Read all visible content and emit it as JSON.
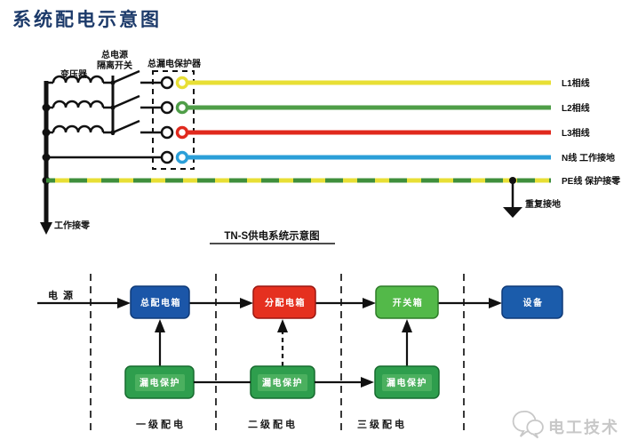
{
  "title": "系统配电示意图",
  "schematic": {
    "caption": "TN-S供电系统示意图",
    "transformer_label": "变压器",
    "switch_label_line1": "总电源",
    "switch_label_line2": "隔离开关",
    "breaker_label": "总漏电保护器",
    "working_neutral_label": "工作接零",
    "repeat_ground_label": "重复接地",
    "lines": [
      {
        "id": "L1",
        "label": "L1相线",
        "color": "#e8df35"
      },
      {
        "id": "L2",
        "label": "L2相线",
        "color": "#4f9e48"
      },
      {
        "id": "L3",
        "label": "L3相线",
        "color": "#e0291d"
      },
      {
        "id": "N",
        "label": "N线 工作接地",
        "color": "#2b9fd8"
      },
      {
        "id": "PE",
        "label": "PE线 保护接零",
        "color_base": "#e8df35",
        "color_dash": "#3f8f3c"
      }
    ]
  },
  "flowchart": {
    "source_label": "电源",
    "source_color": "#e0301f",
    "main_boxes": [
      {
        "label": "总配电箱",
        "color": "#1b56a8"
      },
      {
        "label": "分配电箱",
        "color": "#e5301f"
      },
      {
        "label": "开关箱",
        "color": "#53b949"
      },
      {
        "label": "设备",
        "color": "#1b5cab"
      }
    ],
    "protection_boxes": [
      {
        "label": "漏电保护"
      },
      {
        "label": "漏电保护"
      },
      {
        "label": "漏电保护"
      }
    ],
    "sections": [
      {
        "label": "一级配电"
      },
      {
        "label": "二级配电"
      },
      {
        "label": "三级配电"
      }
    ]
  },
  "watermark": {
    "text": "电工技术"
  }
}
